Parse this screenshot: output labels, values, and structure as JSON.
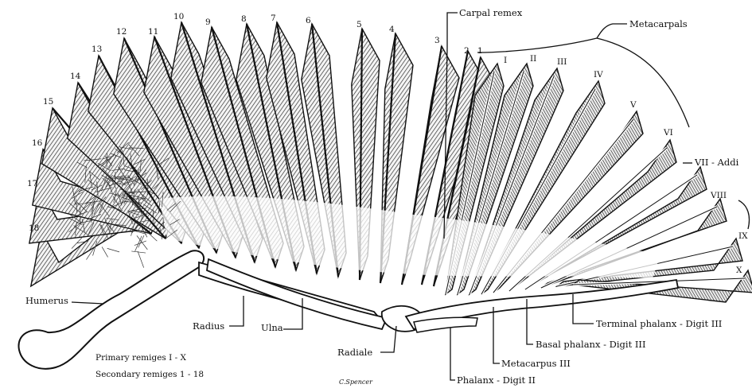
{
  "labels": {
    "carpal_remex": "Carpal remex",
    "metacarpals": "Metacarpals",
    "additional": "VII - Addi",
    "humerus": "Humerus",
    "radius": "Radius",
    "ulna": "Ulna",
    "radiale": "Radiale",
    "metacarpus_iii": "Metacarpus III",
    "phalanx_digit_ii": "Phalanx - Digit II",
    "basal_phalanx": "Basal phalanx - Digit III",
    "terminal_phalanx": "Terminal phalanx - Digit III"
  },
  "secondary_numbers": [
    "1",
    "2",
    "3",
    "4",
    "5",
    "6",
    "7",
    "8",
    "9",
    "10",
    "11",
    "12",
    "13",
    "14",
    "15",
    "16",
    "17",
    "18"
  ],
  "primary_numerals": [
    "I",
    "II",
    "III",
    "IV",
    "V",
    "VI",
    "VIII",
    "IX",
    "X"
  ],
  "legend": {
    "primary": "Primary remiges  I - X",
    "secondary": "Secondary remiges  1 - 18"
  },
  "signature": "C.Spencer"
}
